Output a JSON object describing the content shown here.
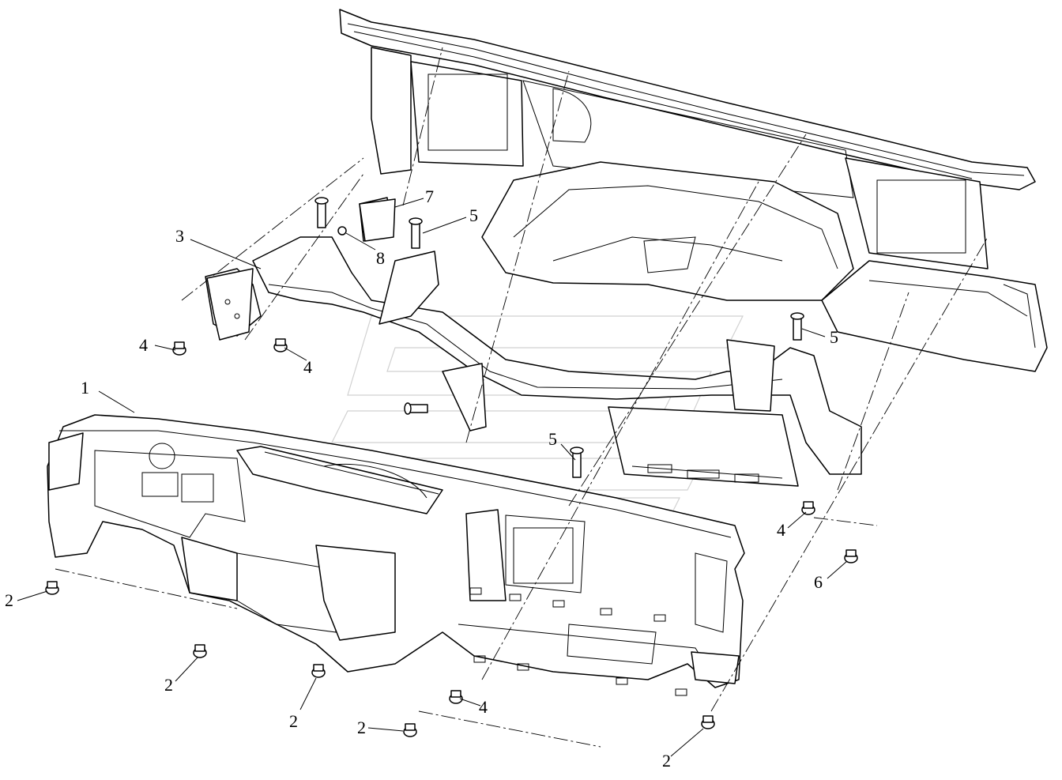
{
  "callouts": {
    "c1": "1",
    "c2": "2",
    "c3": "3",
    "c4": "4",
    "c5": "5",
    "c6": "6",
    "c7": "7",
    "c8": "8"
  }
}
